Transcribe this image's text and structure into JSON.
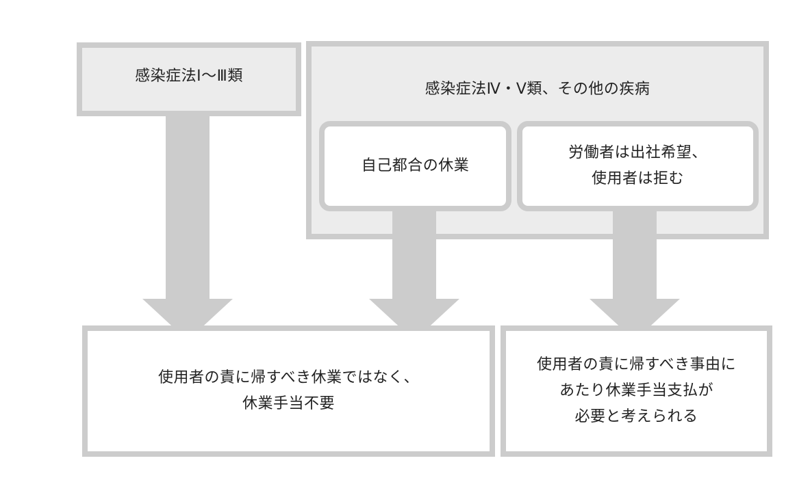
{
  "diagram": {
    "top_left_label": "感染症法Ⅰ〜Ⅲ類",
    "top_right_group_label": "感染症法Ⅳ・Ⅴ類、その他の疾病",
    "case_self_label": "自己都合の休業",
    "case_employee_label": "労働者は出社希望、\n使用者は拒む",
    "result_left_label": "使用者の責に帰すべき休業ではなく、\n休業手当不要",
    "result_right_label": "使用者の責に帰すべき事由に\nあたり休業手当支払が\n必要と考えられる"
  },
  "colors": {
    "border": "#cccccc",
    "fill": "#ececec",
    "arrow": "#cccccc",
    "text": "#222222"
  }
}
